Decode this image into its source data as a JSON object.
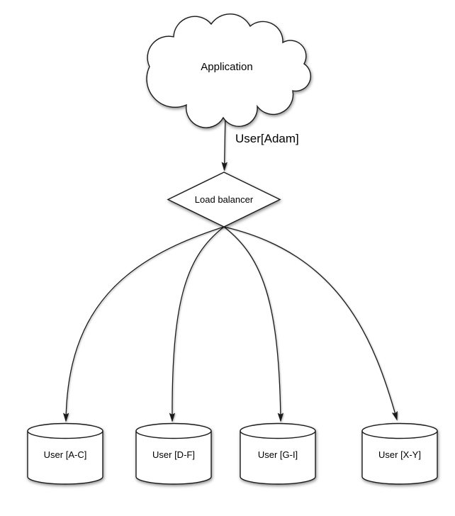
{
  "diagram": {
    "type": "database-sharding-flow",
    "nodes": {
      "application": {
        "label": "Application",
        "shape": "cloud"
      },
      "load_balancer": {
        "label": "Load balancer",
        "shape": "diamond"
      },
      "shards": [
        {
          "label": "User [A-C]",
          "shape": "cylinder"
        },
        {
          "label": "User [D-F]",
          "shape": "cylinder"
        },
        {
          "label": "User [G-I]",
          "shape": "cylinder"
        },
        {
          "label": "User [X-Y]",
          "shape": "cylinder"
        }
      ]
    },
    "edges": [
      {
        "from": "application",
        "to": "load_balancer",
        "label": "User[Adam]"
      },
      {
        "from": "load_balancer",
        "to": "shards.0",
        "label": ""
      },
      {
        "from": "load_balancer",
        "to": "shards.1",
        "label": ""
      },
      {
        "from": "load_balancer",
        "to": "shards.2",
        "label": ""
      },
      {
        "from": "load_balancer",
        "to": "shards.3",
        "label": ""
      }
    ],
    "colors": {
      "background": "#ffffff",
      "node_fill": "#ffffff",
      "stroke": "#1a1a1a",
      "text": "#000000"
    }
  }
}
